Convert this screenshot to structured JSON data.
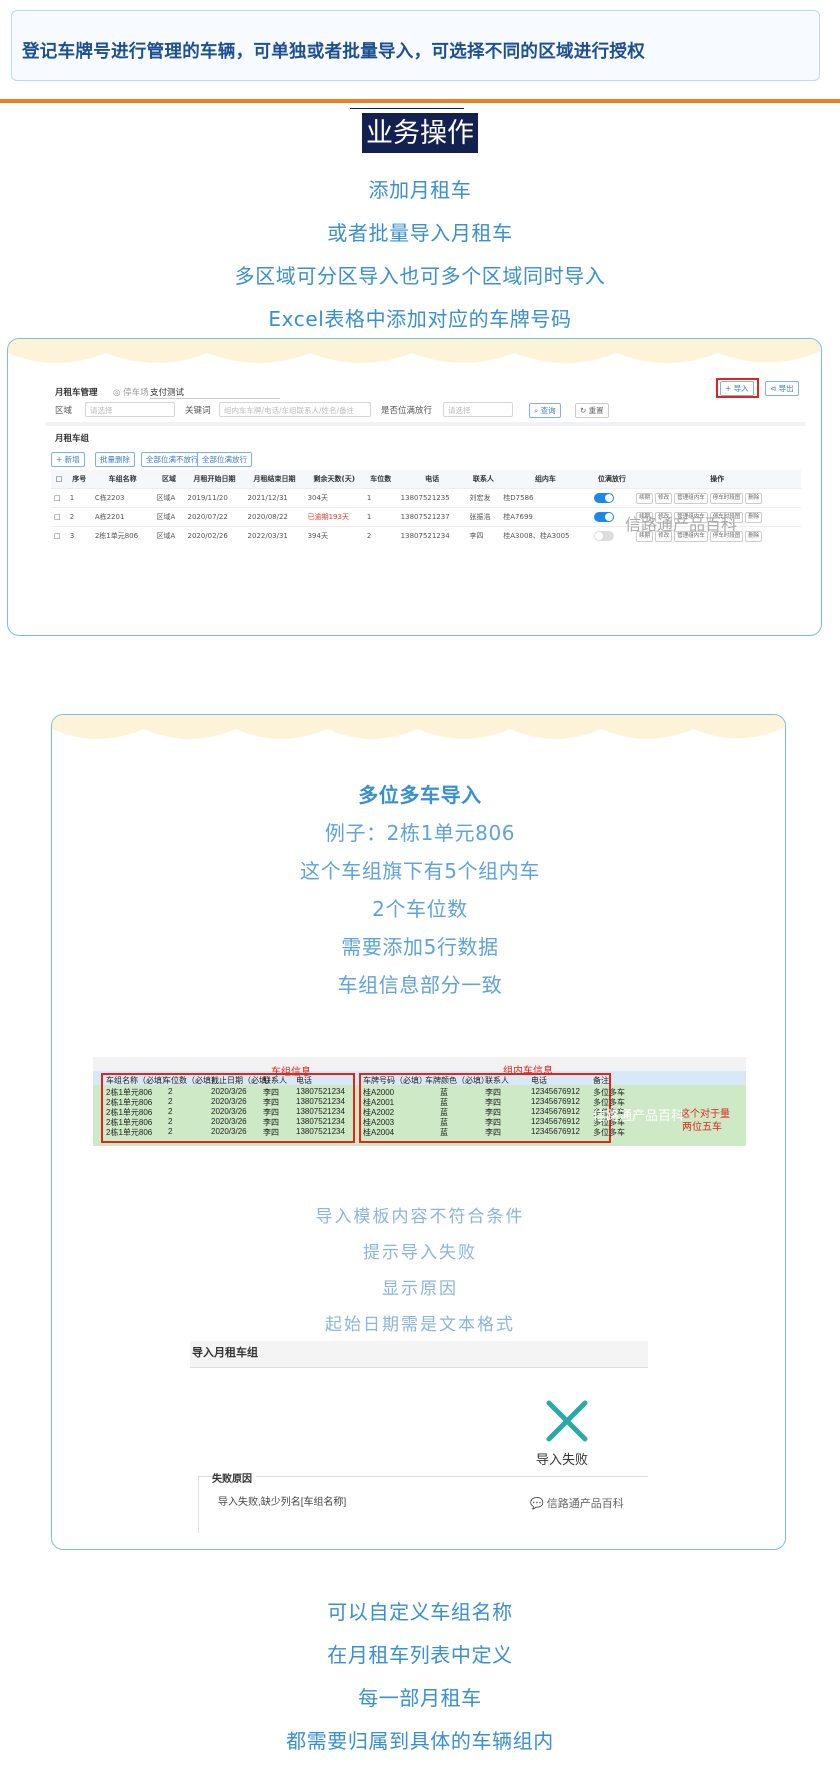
{
  "banner": {
    "text": "登记车牌号进行管理的车辆，可单独或者批量导入，可选择不同的区域进行授权"
  },
  "section": {
    "title": "业务操作",
    "lines": [
      "添加月租车",
      "或者批量导入月租车",
      "多区域可分区导入也可多个区域同时导入",
      "Excel表格中添加对应的车牌号码"
    ]
  },
  "screenshot1": {
    "title": "月租车管理",
    "lot_label": "停车场",
    "lot_value": "支付测试",
    "import_btn": "+ 导入",
    "export_btn": "导出",
    "filters": {
      "area_label": "区域",
      "area_placeholder": "请选择",
      "keyword_label": "关键词",
      "keyword_placeholder": "组内车车牌/电话/车组联系人/姓名/备注",
      "full_label": "是否位满放行",
      "full_placeholder": "请选择",
      "search_btn": "查询",
      "reset_btn": "重置"
    },
    "subheader": "月租车组",
    "actions": [
      "+ 新增",
      "批量删除",
      "全部位满不放行",
      "全部位满放行"
    ],
    "columns": [
      "序号",
      "车组名称",
      "区域",
      "月租开始日期",
      "月租结束日期",
      "剩余天数(天)",
      "车位数",
      "电话",
      "联系人",
      "组内车",
      "位满放行",
      "操作"
    ],
    "rows": [
      {
        "no": "1",
        "name": "C栋2203",
        "area": "区域A",
        "start": "2019/11/20",
        "end": "2021/12/31",
        "days": "304天",
        "spaces": "1",
        "phone": "13807521235",
        "contact": "刘宏发",
        "cars": "桂D7586",
        "toggle": true
      },
      {
        "no": "2",
        "name": "A栋2201",
        "area": "区域A",
        "start": "2020/07/22",
        "end": "2020/08/22",
        "days": "已逾期193天",
        "spaces": "1",
        "phone": "13807521237",
        "contact": "张振浩",
        "cars": "桂A7699",
        "toggle": true
      },
      {
        "no": "3",
        "name": "2栋1单元806",
        "area": "区域A",
        "start": "2020/02/26",
        "end": "2022/03/31",
        "days": "394天",
        "spaces": "2",
        "phone": "13807521234",
        "contact": "李四",
        "cars": "桂A3008、桂A3005",
        "toggle": false
      }
    ],
    "ops": [
      "续期",
      "修改",
      "管理组内车",
      "停车时段图",
      "删除"
    ],
    "watermark": "信路通产品百科"
  },
  "card2": {
    "heading": "多位多车导入",
    "lines": [
      "例子：2栋1单元806",
      "这个车组旗下有5个组内车",
      "2个车位数",
      "需要添加5行数据",
      "车组信息部分一致"
    ],
    "excel": {
      "group_label": "车组信息",
      "car_label": "组内车信息",
      "annot": [
        "这个对于量",
        "两位五车"
      ],
      "header": [
        "车组名称（必填）",
        "车位数（必填）",
        "截止日期（必填）",
        "联系人",
        "电话",
        "车牌号码（必填）",
        "车牌颜色（必填）",
        "联系人",
        "电话",
        "备注"
      ],
      "rows": [
        [
          "2栋1单元806",
          "2",
          "2020/3/26",
          "李四",
          "13807521234",
          "桂A2000",
          "蓝",
          "李四",
          "12345676912",
          "多位多车"
        ],
        [
          "2栋1单元806",
          "2",
          "2020/3/26",
          "李四",
          "13807521234",
          "桂A2001",
          "蓝",
          "李四",
          "12345676912",
          "多位多车"
        ],
        [
          "2栋1单元806",
          "2",
          "2020/3/26",
          "李四",
          "13807521234",
          "桂A2002",
          "蓝",
          "李四",
          "12345676912",
          "多位多车"
        ],
        [
          "2栋1单元806",
          "2",
          "2020/3/26",
          "李四",
          "13807521234",
          "桂A2003",
          "蓝",
          "李四",
          "12345676912",
          "多位多车"
        ],
        [
          "2栋1单元806",
          "2",
          "2020/3/26",
          "李四",
          "13807521234",
          "桂A2004",
          "蓝",
          "李四",
          "12345676912",
          "多位多车"
        ]
      ],
      "watermark": "信路通产品百科"
    },
    "fail_lines": [
      "导入模板内容不符合条件",
      "提示导入失败",
      "显示原因",
      "起始日期需是文本格式"
    ],
    "fail_dialog": {
      "title": "导入月租车组",
      "status": "导入失败",
      "reason_title": "失败原因",
      "reason_text": "导入失败,缺少列名[车组名称]",
      "watermark": "信路通产品百科"
    }
  },
  "footer_lines": [
    "可以自定义车组名称",
    "在月租车列表中定义",
    "每一部月租车",
    "都需要归属到具体的车辆组内"
  ]
}
